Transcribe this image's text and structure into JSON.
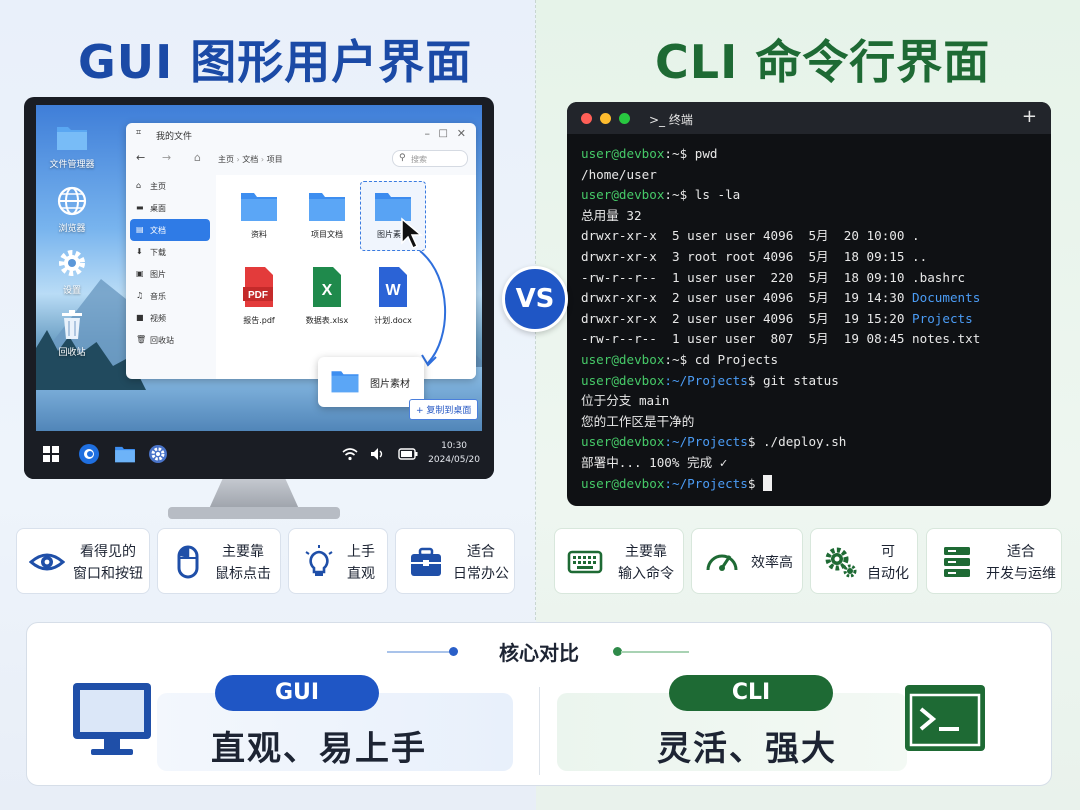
{
  "titles": {
    "gui": "GUI 图形用户界面",
    "cli": "CLI 命令行界面"
  },
  "colors": {
    "gui_blue": "#1b4aa6",
    "cli_green": "#1e6a34",
    "prompt_green": "#46c968",
    "dir_blue": "#4b9cf5"
  },
  "desktop": {
    "icons": [
      {
        "label": "文件管理器",
        "icon": "folder-icon"
      },
      {
        "label": "浏览器",
        "icon": "globe-icon"
      },
      {
        "label": "设置",
        "icon": "gear-icon"
      },
      {
        "label": "回收站",
        "icon": "trash-icon"
      }
    ],
    "taskbar": {
      "time": "10:30",
      "date": "2024/05/20"
    },
    "window": {
      "title": "我的文件",
      "breadcrumb": [
        "主页",
        "文档",
        "项目"
      ],
      "search_placeholder": "搜索",
      "sidebar": [
        {
          "label": "主页",
          "icon": "home-icon"
        },
        {
          "label": "桌面",
          "icon": "desktop-icon"
        },
        {
          "label": "文档",
          "icon": "document-icon",
          "active": true
        },
        {
          "label": "下载",
          "icon": "download-icon"
        },
        {
          "label": "图片",
          "icon": "image-icon"
        },
        {
          "label": "音乐",
          "icon": "music-icon"
        },
        {
          "label": "视频",
          "icon": "video-icon"
        },
        {
          "label": "回收站",
          "icon": "trash-icon"
        }
      ],
      "files": [
        {
          "name": "资料",
          "type": "folder"
        },
        {
          "name": "项目文档",
          "type": "folder"
        },
        {
          "name": "图片素材",
          "type": "folder",
          "selected": true
        },
        {
          "name": "报告.pdf",
          "type": "pdf",
          "badge": "PDF"
        },
        {
          "name": "数据表.xlsx",
          "type": "xlsx",
          "badge": "X"
        },
        {
          "name": "计划.docx",
          "type": "docx",
          "badge": "W"
        }
      ]
    },
    "drag_card": {
      "label": "图片素材"
    },
    "copy_tag": "+ 复制到桌面"
  },
  "terminal": {
    "title": ">_ 终端",
    "new_tab": "+",
    "lines": [
      [
        {
          "t": "user@devbox",
          "c": "prompt"
        },
        {
          "t": ":~$ pwd",
          "c": ""
        }
      ],
      [
        {
          "t": "/home/user",
          "c": ""
        }
      ],
      [
        {
          "t": "user@devbox",
          "c": "prompt"
        },
        {
          "t": ":~$ ls -la",
          "c": ""
        }
      ],
      [
        {
          "t": "总用量 32",
          "c": ""
        }
      ],
      [
        {
          "t": "drwxr-xr-x  5 user user 4096  5月  20 10:00 .",
          "c": ""
        }
      ],
      [
        {
          "t": "drwxr-xr-x  3 root root 4096  5月  18 09:15 ..",
          "c": ""
        }
      ],
      [
        {
          "t": "-rw-r--r--  1 user user  220  5月  18 09:10 .bashrc",
          "c": ""
        }
      ],
      [
        {
          "t": "drwxr-xr-x  2 user user 4096  5月  19 14:30 ",
          "c": ""
        },
        {
          "t": "Documents",
          "c": "dir"
        }
      ],
      [
        {
          "t": "drwxr-xr-x  2 user user 4096  5月  19 15:20 ",
          "c": ""
        },
        {
          "t": "Projects",
          "c": "dir"
        }
      ],
      [
        {
          "t": "-rw-r--r--  1 user user  807  5月  19 08:45 notes.txt",
          "c": ""
        }
      ],
      [
        {
          "t": "user@devbox",
          "c": "prompt"
        },
        {
          "t": ":~$ cd Projects",
          "c": ""
        }
      ],
      [
        {
          "t": "user@devbox",
          "c": "prompt"
        },
        {
          "t": ":~/Projects",
          "c": "dir"
        },
        {
          "t": "$ git status",
          "c": ""
        }
      ],
      [
        {
          "t": "位于分支 main",
          "c": ""
        }
      ],
      [
        {
          "t": "您的工作区是干净的",
          "c": ""
        }
      ],
      [
        {
          "t": "user@devbox",
          "c": "prompt"
        },
        {
          "t": ":~/Projects",
          "c": "dir"
        },
        {
          "t": "$ ./deploy.sh",
          "c": ""
        }
      ],
      [
        {
          "t": "部署中... 100% 完成 ✓",
          "c": ""
        }
      ],
      [
        {
          "t": "user@devbox",
          "c": "prompt"
        },
        {
          "t": ":~/Projects",
          "c": "dir"
        },
        {
          "t": "$ ",
          "c": ""
        }
      ]
    ]
  },
  "vs_label": "VS",
  "gui_features": [
    {
      "line1": "看得见的",
      "line2": "窗口和按钮",
      "icon": "eye-icon"
    },
    {
      "line1": "主要靠",
      "line2": "鼠标点击",
      "icon": "mouse-icon"
    },
    {
      "line1": "上手",
      "line2": "直观",
      "icon": "lightbulb-icon"
    },
    {
      "line1": "适合",
      "line2": "日常办公",
      "icon": "briefcase-icon"
    }
  ],
  "cli_features": [
    {
      "line1": "主要靠",
      "line2": "输入命令",
      "icon": "keyboard-icon"
    },
    {
      "line1": "效率高",
      "line2": "",
      "icon": "speedometer-icon"
    },
    {
      "line1": "可",
      "line2": "自动化",
      "icon": "gears-icon"
    },
    {
      "line1": "适合",
      "line2": "开发与运维",
      "icon": "server-icon"
    }
  ],
  "compare": {
    "title": "核心对比",
    "gui": {
      "pill": "GUI",
      "text": "直观、易上手",
      "icon": "monitor-icon"
    },
    "cli": {
      "pill": "CLI",
      "text": "灵活、强大",
      "icon": "terminal-icon"
    }
  }
}
